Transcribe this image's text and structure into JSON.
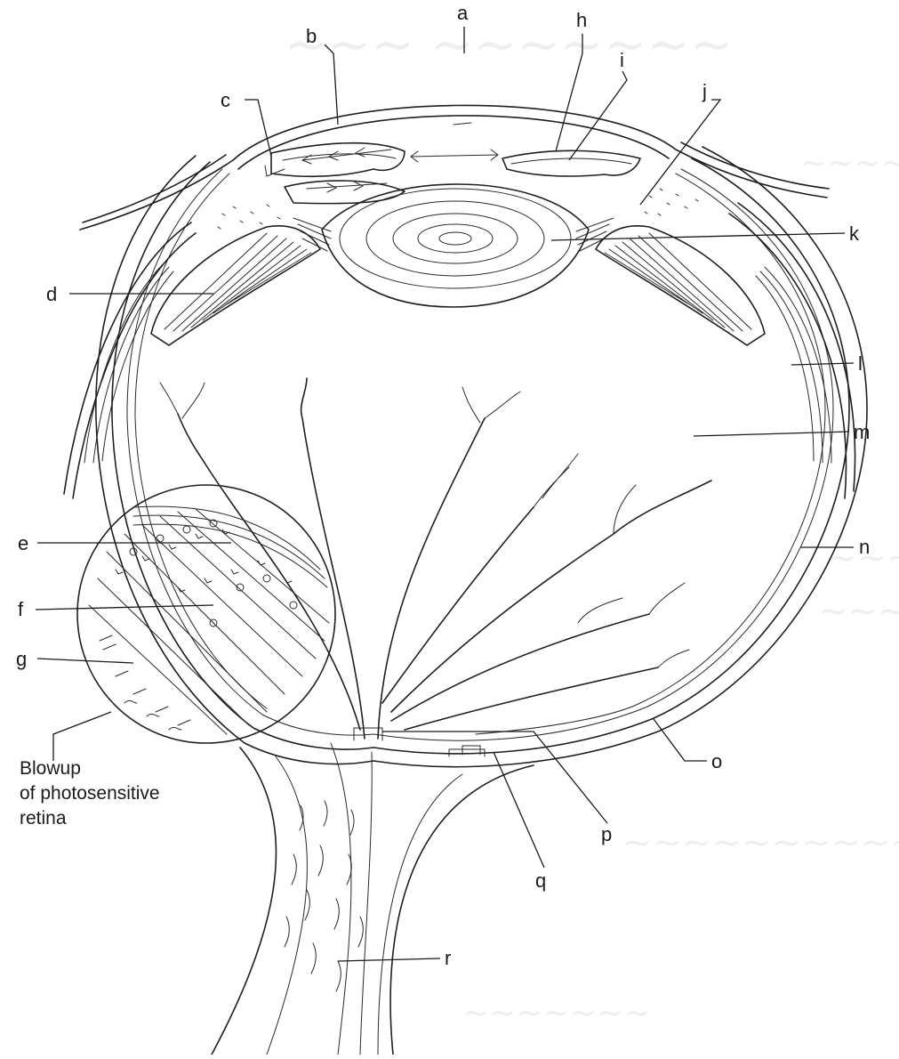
{
  "diagram": {
    "labels": {
      "a": "a",
      "b": "b",
      "c": "c",
      "d": "d",
      "e": "e",
      "f": "f",
      "g": "g",
      "h": "h",
      "i": "i",
      "j": "j",
      "k": "k",
      "l": "l",
      "m": "m",
      "n": "n",
      "o": "o",
      "p": "p",
      "q": "q",
      "r": "r"
    },
    "inset_caption": {
      "line1": "Blowup",
      "line2": "of photosensitive",
      "line3": "retina"
    },
    "line_color": "#1f1f1f",
    "background": "#ffffff"
  }
}
